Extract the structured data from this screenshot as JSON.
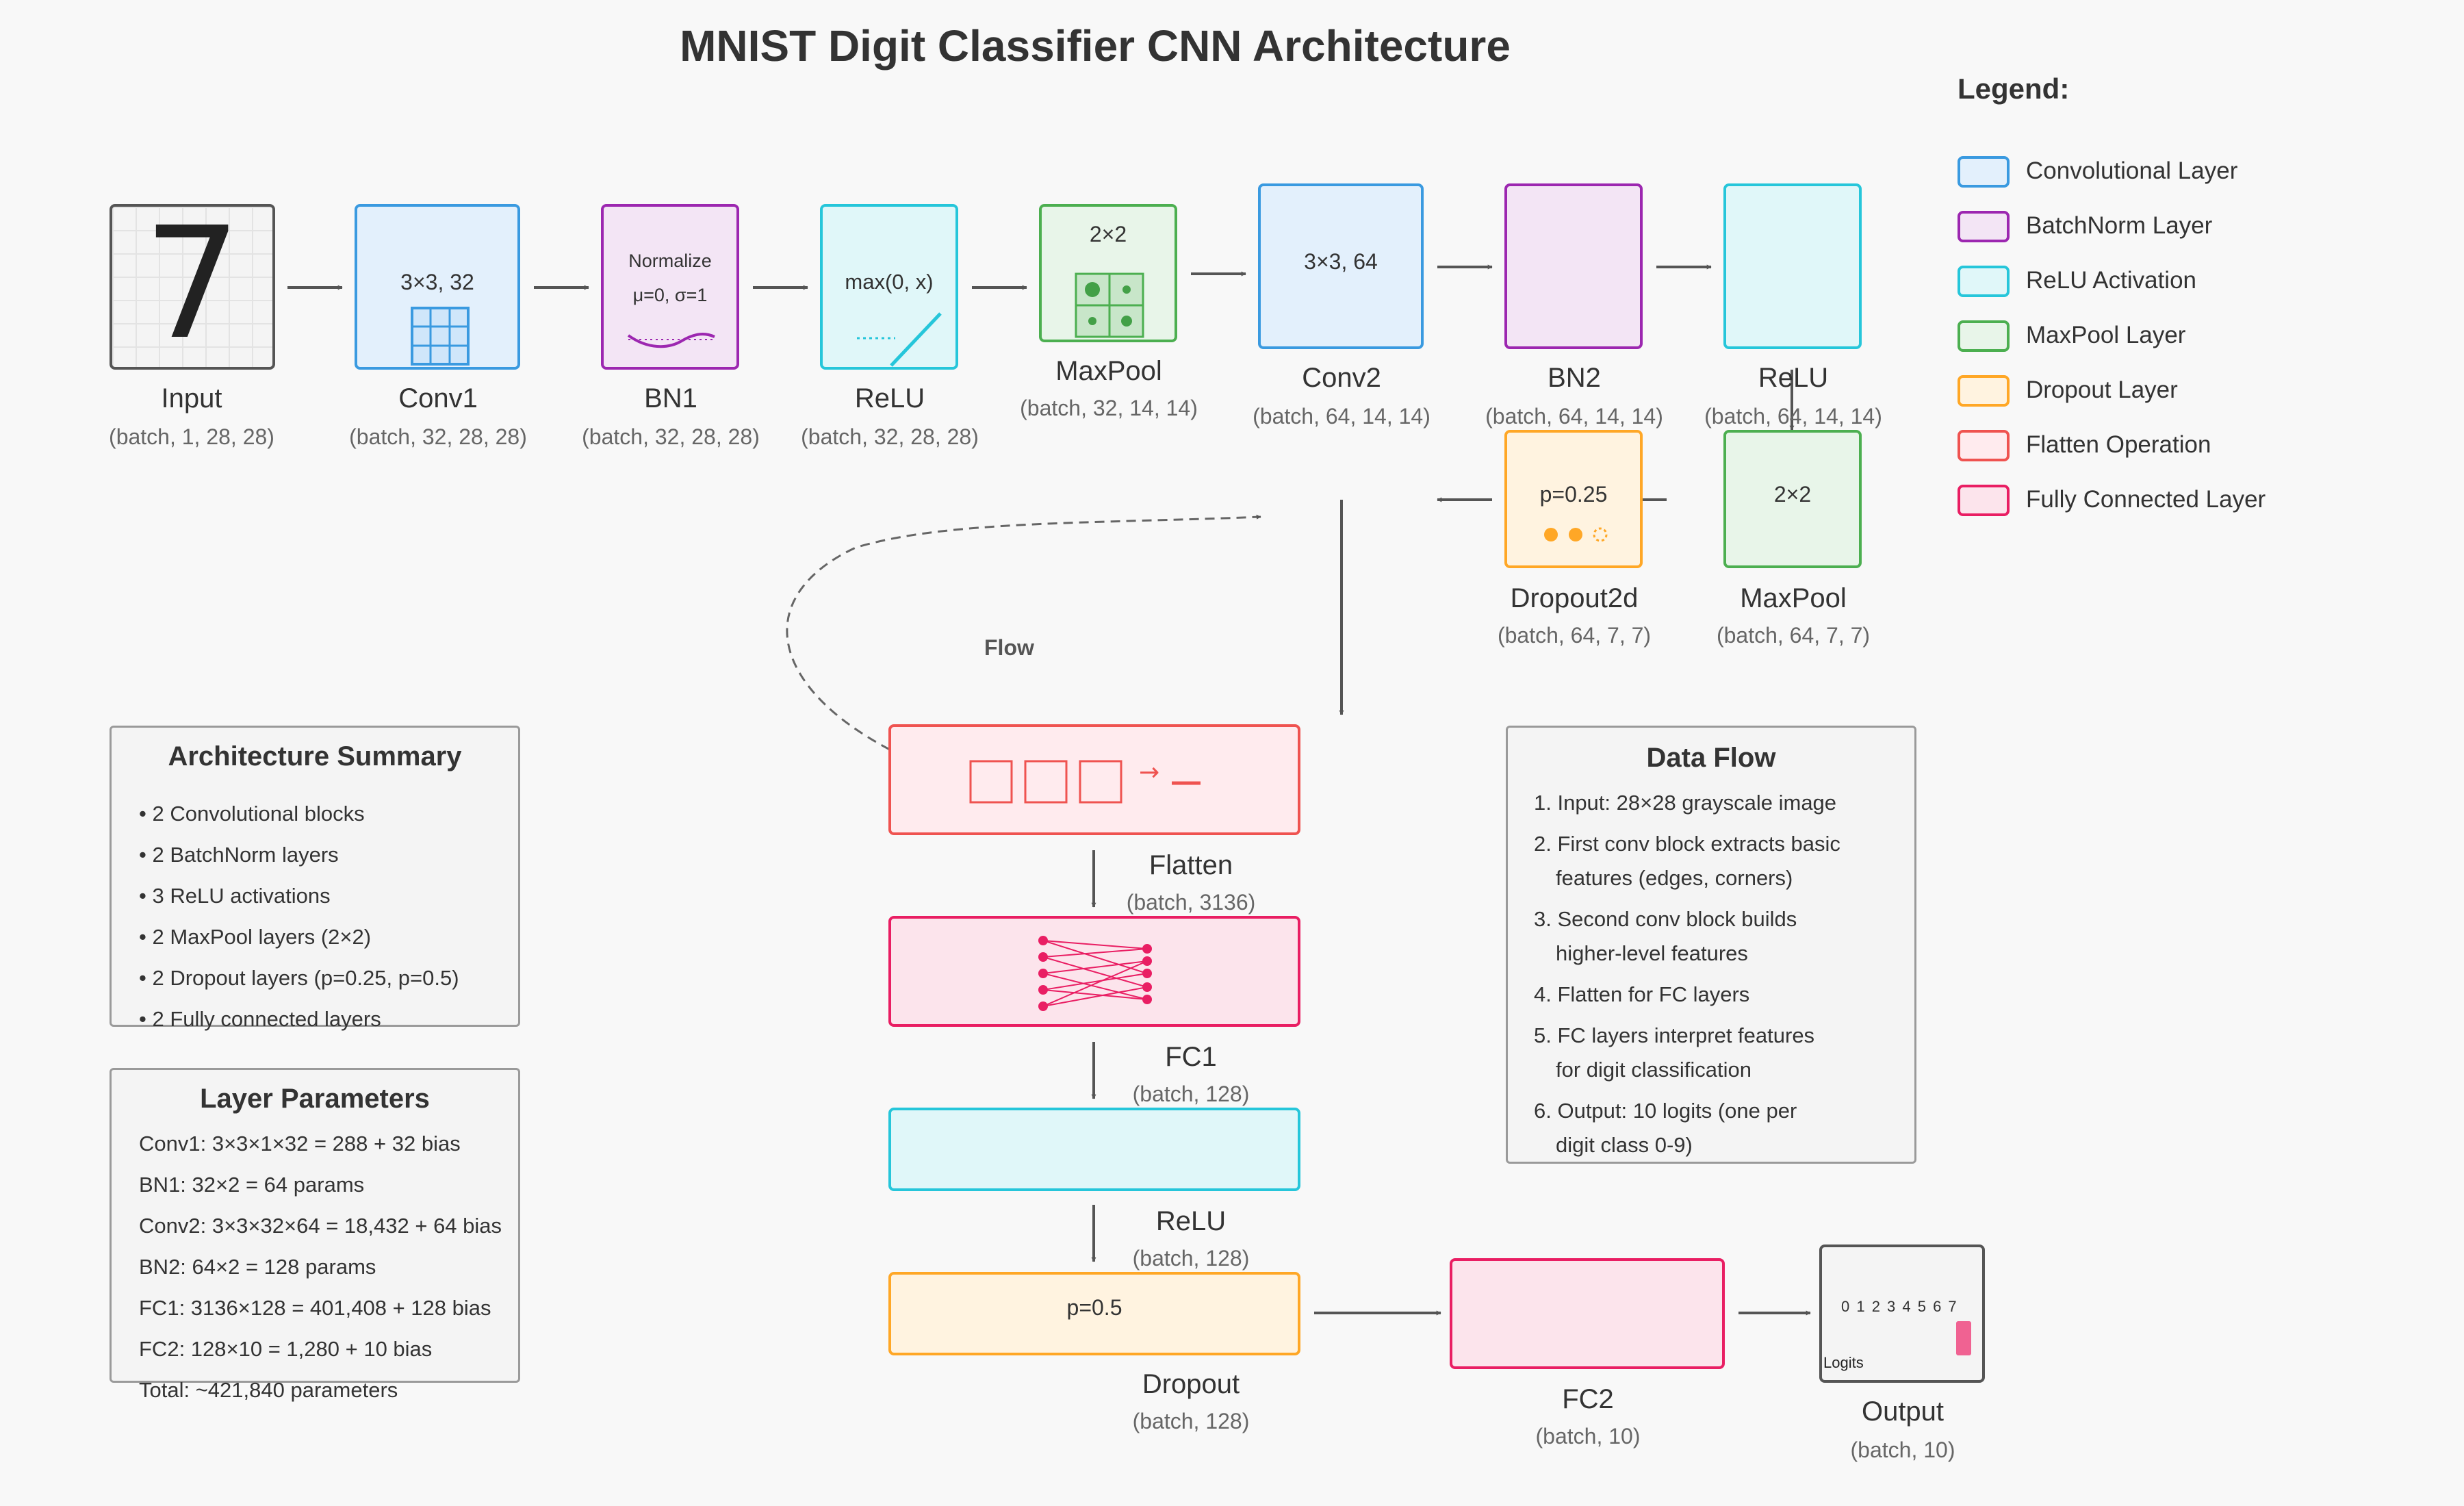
{
  "title": "MNIST Digit Classifier CNN Architecture",
  "input_glyph": "7",
  "layers": [
    {
      "key": "input",
      "name": "Input",
      "shape": "(batch, 1, 28, 28)"
    },
    {
      "key": "conv1",
      "name": "Conv1",
      "shape": "(batch, 32, 28, 28)",
      "inner": "3×3, 32"
    },
    {
      "key": "bn1",
      "name": "BN1",
      "shape": "(batch, 32, 28, 28)",
      "inner": "Normalize",
      "inner2": "μ=0, σ=1"
    },
    {
      "key": "relu1",
      "name": "ReLU",
      "shape": "(batch, 32, 28, 28)",
      "inner": "max(0, x)"
    },
    {
      "key": "pool1",
      "name": "MaxPool",
      "shape": "(batch, 32, 14, 14)",
      "inner": "2×2"
    },
    {
      "key": "conv2",
      "name": "Conv2",
      "shape": "(batch, 64, 14, 14)",
      "inner": "3×3, 64"
    },
    {
      "key": "bn2",
      "name": "BN2",
      "shape": "(batch, 64, 14, 14)"
    },
    {
      "key": "relu2",
      "name": "ReLU",
      "shape": "(batch, 64, 14, 14)"
    },
    {
      "key": "pool2",
      "name": "MaxPool",
      "shape": "(batch, 64, 7, 7)",
      "inner": "2×2"
    },
    {
      "key": "drop1",
      "name": "Dropout2d",
      "shape": "(batch, 64, 7, 7)",
      "inner": "p=0.25"
    },
    {
      "key": "flatten",
      "name": "Flatten",
      "shape": "(batch, 3136)"
    },
    {
      "key": "fc1",
      "name": "FC1",
      "shape": "(batch, 128)"
    },
    {
      "key": "relu3",
      "name": "ReLU",
      "shape": "(batch, 128)"
    },
    {
      "key": "drop2",
      "name": "Dropout",
      "shape": "(batch, 128)",
      "inner": "p=0.5"
    },
    {
      "key": "fc2",
      "name": "FC2",
      "shape": "(batch, 10)"
    },
    {
      "key": "output",
      "name": "Output",
      "shape": "(batch, 10)",
      "inner": "0 1 2 3 4 5 6 7",
      "inner2": "Logits"
    }
  ],
  "flow_label": "Flow",
  "legend": {
    "title": "Legend:",
    "items": [
      {
        "label": "Convolutional Layer",
        "fill": "#e3f0fc",
        "stroke": "#3a9ae0"
      },
      {
        "label": "BatchNorm Layer",
        "fill": "#f3e5f5",
        "stroke": "#9c27b0"
      },
      {
        "label": "ReLU Activation",
        "fill": "#e0f7f9",
        "stroke": "#26c6da"
      },
      {
        "label": "MaxPool Layer",
        "fill": "#e8f5e9",
        "stroke": "#4caf50"
      },
      {
        "label": "Dropout Layer",
        "fill": "#fff3e0",
        "stroke": "#ffa726"
      },
      {
        "label": "Flatten Operation",
        "fill": "#ffebee",
        "stroke": "#ef5350"
      },
      {
        "label": "Fully Connected Layer",
        "fill": "#fce4ec",
        "stroke": "#e91e63"
      }
    ]
  },
  "summary": {
    "title": "Architecture Summary",
    "items": [
      "2 Convolutional blocks",
      "2 BatchNorm layers",
      "3 ReLU activations",
      "2 MaxPool layers (2×2)",
      "2 Dropout layers (p=0.25, p=0.5)",
      "2 Fully connected layers"
    ]
  },
  "params": {
    "title": "Layer Parameters",
    "items": [
      "Conv1: 3×3×1×32 = 288 + 32 bias",
      "BN1: 32×2 = 64 params",
      "Conv2: 3×3×32×64 = 18,432 + 64 bias",
      "BN2: 64×2 = 128 params",
      "FC1: 3136×128 = 401,408 + 128 bias",
      "FC2: 128×10 = 1,280 + 10 bias",
      "Total: ~421,840 parameters"
    ]
  },
  "dataflow": {
    "title": "Data Flow",
    "items": [
      [
        "1. Input: 28×28 grayscale image"
      ],
      [
        "2. First conv block extracts basic",
        "features (edges, corners)"
      ],
      [
        "3. Second conv block builds",
        "higher-level features"
      ],
      [
        "4. Flatten for FC layers"
      ],
      [
        "5. FC layers interpret features",
        "for digit classification"
      ],
      [
        "6. Output: 10 logits (one per",
        "digit class 0-9)"
      ]
    ]
  },
  "colors": {
    "conv": "#3a9ae0",
    "batchnorm": "#9c27b0",
    "relu": "#26c6da",
    "maxpool": "#4caf50",
    "dropout": "#ffa726",
    "flatten": "#ef5350",
    "fc": "#e91e63",
    "arrow": "#555555"
  }
}
